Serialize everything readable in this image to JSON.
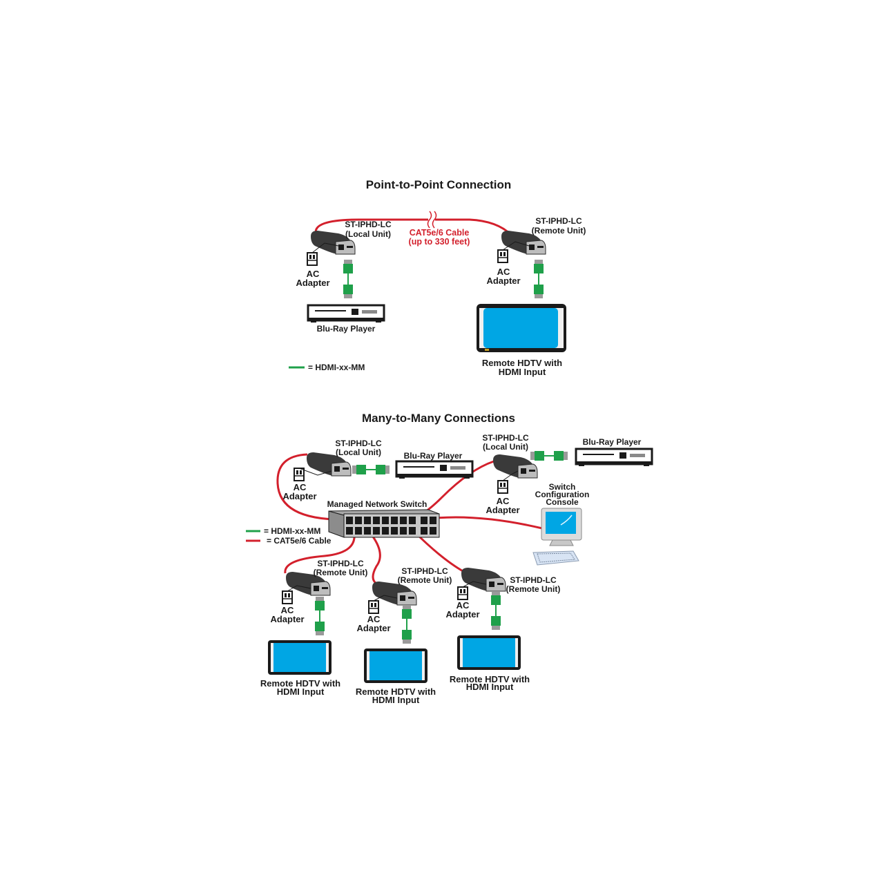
{
  "colors": {
    "cat5_cable": "#d3202c",
    "hdmi_cable": "#1fa04a",
    "screen_blue": "#00a6e4",
    "device_dark": "#3a3a3a",
    "device_light": "#b8b8b8"
  },
  "point_to_point": {
    "title": "Point-to-Point Connection",
    "local_unit": {
      "model": "ST-IPHD-LC",
      "role": "(Local Unit)"
    },
    "remote_unit": {
      "model": "ST-IPHD-LC",
      "role": "(Remote Unit)"
    },
    "cable_label_1": "CAT5e/6 Cable",
    "cable_label_2": "(up to 330 feet)",
    "ac_local": {
      "line1": "AC",
      "line2": "Adapter"
    },
    "ac_remote": {
      "line1": "AC",
      "line2": "Adapter"
    },
    "source": "Blu-Ray Player",
    "display": {
      "line1": "Remote HDTV with",
      "line2": "HDMI Input"
    },
    "legend_hdmi": "= HDMI-xx-MM"
  },
  "many_to_many": {
    "title": "Many-to-Many Connections",
    "local_units": [
      {
        "model": "ST-IPHD-LC",
        "role": "(Local Unit)",
        "ac1": "AC",
        "ac2": "Adapter",
        "source": "Blu-Ray Player"
      },
      {
        "model": "ST-IPHD-LC",
        "role": "(Local Unit)",
        "ac1": "AC",
        "ac2": "Adapter",
        "source": "Blu-Ray Player"
      }
    ],
    "switch_label": "Managed Network Switch",
    "console": {
      "line1": "Switch",
      "line2": "Configuration",
      "line3": "Console"
    },
    "legend": {
      "hdmi": "= HDMI-xx-MM",
      "cat5": "= CAT5e/6 Cable"
    },
    "remote_units": [
      {
        "model": "ST-IPHD-LC",
        "role": "(Remote Unit)",
        "ac1": "AC",
        "ac2": "Adapter",
        "display1": "Remote HDTV with",
        "display2": "HDMI Input"
      },
      {
        "model": "ST-IPHD-LC",
        "role": "(Remote Unit)",
        "ac1": "AC",
        "ac2": "Adapter",
        "display1": "Remote HDTV with",
        "display2": "HDMI Input"
      },
      {
        "model": "ST-IPHD-LC",
        "role": "(Remote Unit)",
        "ac1": "AC",
        "ac2": "Adapter",
        "display1": "Remote HDTV with",
        "display2": "HDMI Input"
      }
    ]
  }
}
